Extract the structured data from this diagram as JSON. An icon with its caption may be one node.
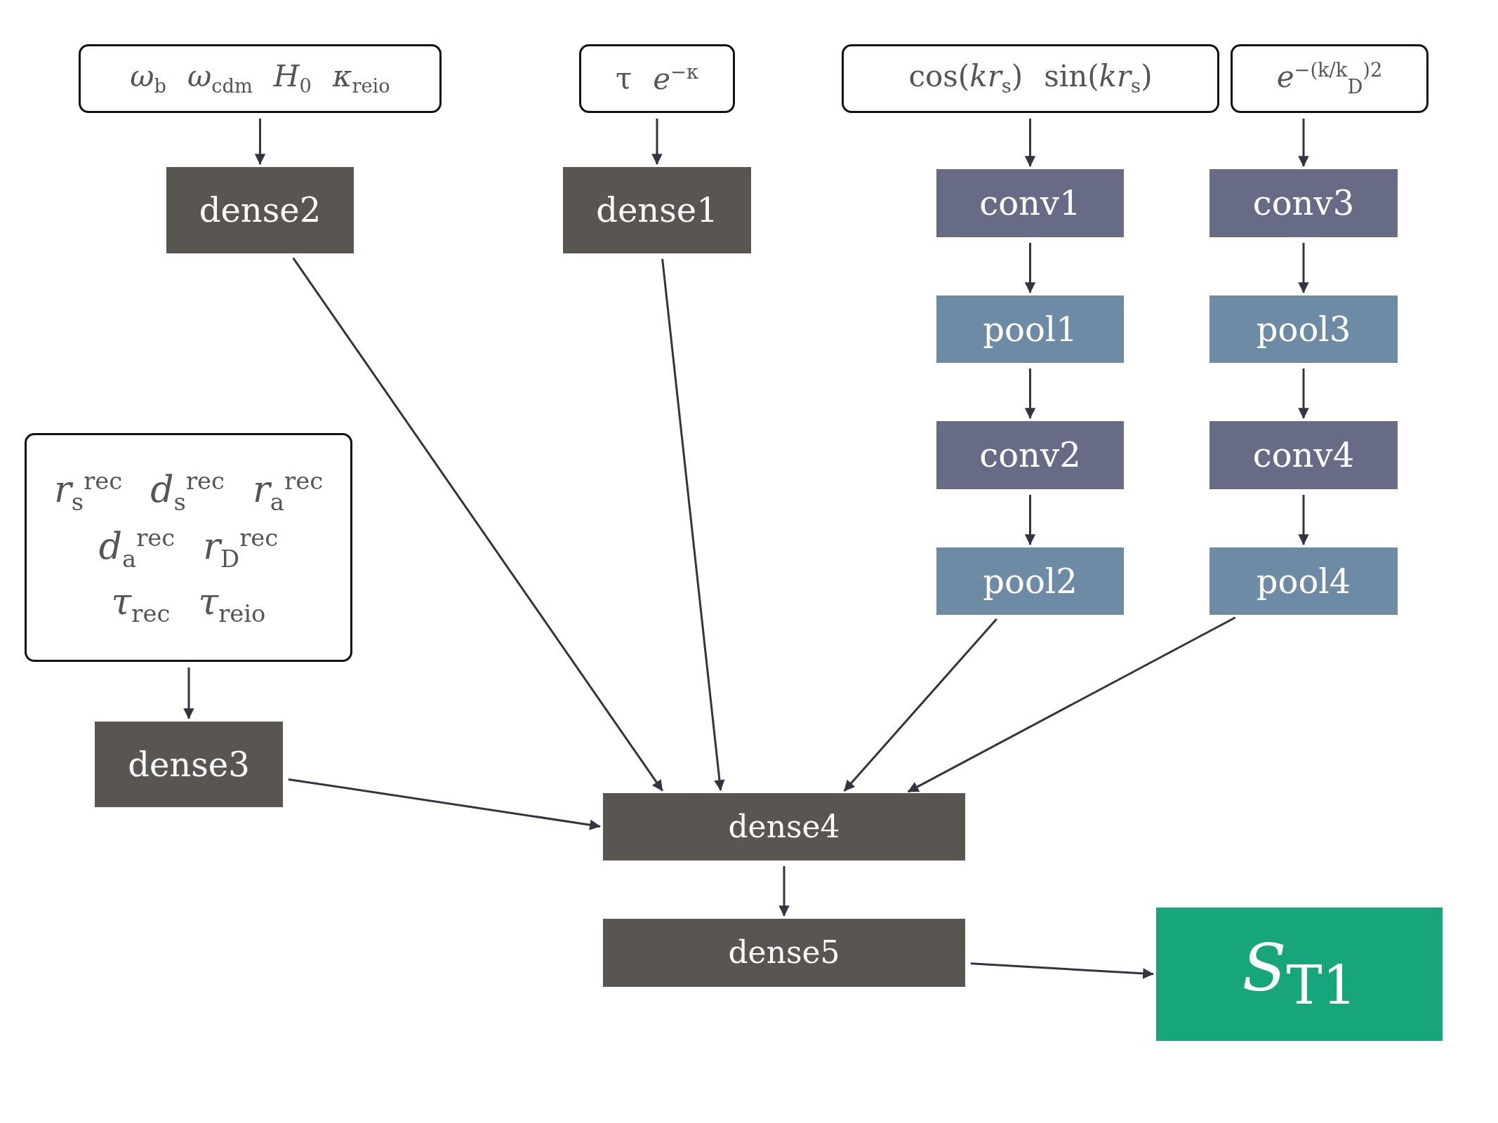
{
  "diagram": {
    "nodes": [
      {
        "text": [
          "*ω*$_{b}$",
          "*ω*$_{cdm}$",
          "*H*$_{0}$",
          "*κ*$_{reio}$"
        ]
      },
      {
        "text": [
          "τ",
          "*e*$^{−κ}$"
        ]
      },
      {
        "text": [
          "cos(*kr*$_{s}$)",
          "sin(*kr*$_{s}$)"
        ]
      },
      {
        "text": [
          "*e*$^{−(k/k}$$_{D}$$^{)2}$"
        ]
      },
      {
        "text": [
          "dense2"
        ]
      },
      {
        "text": [
          "dense1"
        ]
      },
      {
        "text": [
          "conv1"
        ]
      },
      {
        "text": [
          "conv3"
        ]
      },
      {
        "text": [
          "pool1"
        ]
      },
      {
        "text": [
          "pool3"
        ]
      },
      {
        "text": [
          "conv2"
        ]
      },
      {
        "text": [
          "conv4"
        ]
      },
      {
        "text": [
          "pool2"
        ]
      },
      {
        "text": [
          "pool4"
        ]
      },
      {
        "text": [
          "*r*$_{s}$$^{rec}$",
          "*d*$_{s}$$^{rec}$",
          "*r*$_{a}$$^{rec}$",
          "*d*$_{a}$$^{rec}$",
          "*r*$_{D}$$^{rec}$",
          "*τ*$_{rec}$",
          "*τ*$_{reio}$"
        ]
      },
      {
        "text": [
          "dense3"
        ]
      },
      {
        "text": [
          "dense4"
        ]
      },
      {
        "text": [
          "dense5"
        ]
      },
      {
        "text": [
          "*S*$_{T1}$"
        ]
      }
    ],
    "edges": [
      {
        "from": 0,
        "to": 4,
        "arrow": "to"
      },
      {
        "from": 1,
        "to": 5,
        "arrow": "to"
      },
      {
        "from": 2,
        "to": 6,
        "arrow": "to"
      },
      {
        "from": 3,
        "to": 7,
        "arrow": "to"
      },
      {
        "from": 6,
        "to": 8,
        "arrow": "to"
      },
      {
        "from": 7,
        "to": 9,
        "arrow": "to"
      },
      {
        "from": 8,
        "to": 10,
        "arrow": "to"
      },
      {
        "from": 9,
        "to": 11,
        "arrow": "to"
      },
      {
        "from": 10,
        "to": 12,
        "arrow": "to"
      },
      {
        "from": 11,
        "to": 13,
        "arrow": "to"
      },
      {
        "from": 14,
        "to": 15,
        "arrow": "to"
      },
      {
        "from": 4,
        "to": 16,
        "arrow": "to"
      },
      {
        "from": 5,
        "to": 16,
        "arrow": "to"
      },
      {
        "from": 12,
        "to": 16,
        "arrow": "to"
      },
      {
        "from": 13,
        "to": 16,
        "arrow": "to"
      },
      {
        "from": 15,
        "to": 16,
        "arrow": "to"
      },
      {
        "from": 16,
        "to": 17,
        "arrow": "to"
      },
      {
        "from": 17,
        "to": 18,
        "arrow": "to"
      }
    ]
  }
}
